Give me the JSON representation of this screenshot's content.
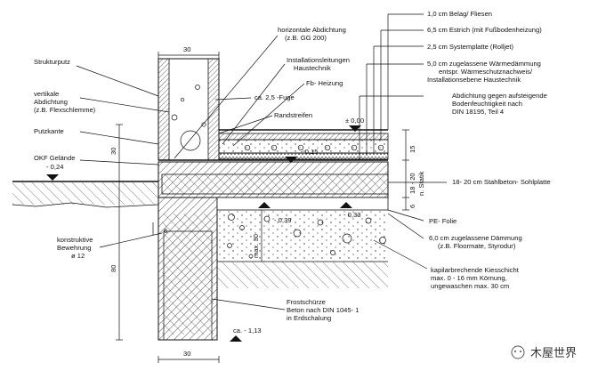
{
  "labels": {
    "strukturputz": "Strukturputz",
    "vertikale_1": "vertikale",
    "vertikale_2": "Abdichtung",
    "vertikale_3": "(z.B. Flexschlemme)",
    "putzkante": "Putzkante",
    "okf_1": "OKF Gelände",
    "okf_2": "- 0,24",
    "konstr_1": "konstruktive",
    "konstr_2": "Bewehrung",
    "konstr_3": "ø 12",
    "horiz_1": "horizontale Abdichtung",
    "horiz_2": "(z.B. GG 200)",
    "install_1": "Installationsleitungen",
    "install_2": "Haustechnik",
    "fb": "Fb- Heizung",
    "fuge": "ca. 2,5 -Fuge",
    "randstreifen": "Randstreifen",
    "belag": "1,0 cm Belag/ Fliesen",
    "estrich": "6,5 cm Estrich (mit Fußbodenheizung)",
    "system": "2,5 cm Systemplatte (Rolljet)",
    "waerme_1": "5,0 cm zugelassene Wärmedämmung",
    "waerme_2": "entspr. Wärmeschutznachweis/",
    "waerme_3": "Installationsebene Haustechnik",
    "abdicht_1": "Abdichtung gegen aufsteigende",
    "abdicht_2": "Bodenfeuchtigkeit nach",
    "abdicht_3": "DIN 18195, Teil 4",
    "sohlplatte": "18- 20 cm Stahlbeton- Sohlplatte",
    "pe": "PE- Folie",
    "daemm_1": "6,0 cm zugelassene Dämmung",
    "daemm_2": "(z.B. Floormate, Styrodur)",
    "kies_1": "kapilarbrechende Kiesschicht",
    "kies_2": "max. 0 - 16 mm Körnung,",
    "kies_3": "ungewaschen max. 30 cm",
    "frost_1": "Frostschürze",
    "frost_2": "Beton nach DIN 1045- 1",
    "frost_3": "in Erdschalung"
  },
  "levels": {
    "pm000": "± 0,00",
    "m015": "- 0,15",
    "m039": "- 0,39",
    "m033": "- 0,33",
    "m113": "ca. - 1,13"
  },
  "dims": {
    "top_30": "30",
    "bottom_30": "30",
    "left_30": "30",
    "left_80": "80",
    "left_6": "6",
    "max30": "max. 30",
    "r15": "15",
    "r6": "6",
    "r1820": "18 - 20",
    "rstatik": "n. Statik"
  },
  "watermark": "木屋世界"
}
